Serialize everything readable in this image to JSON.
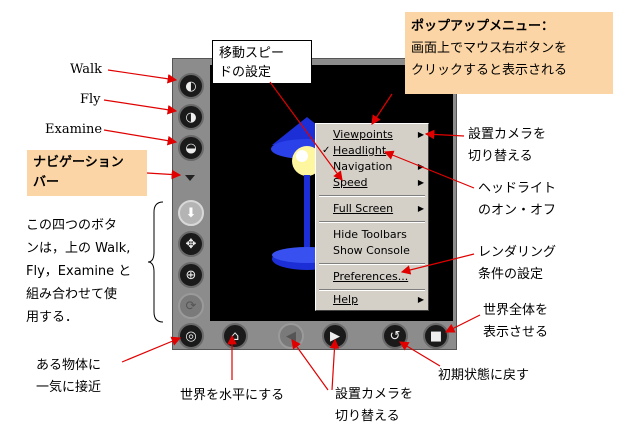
{
  "labels": {
    "walk": "Walk",
    "fly": "Fly",
    "examine": "Examine",
    "nav_bar_l1": "ナビゲーション",
    "nav_bar_l2": "バー",
    "four_buttons": [
      "この四つのボタ",
      "ンは，上の Walk,",
      "Fly，Examine と",
      "組み合わせて使",
      "用する．"
    ],
    "seek": [
      "ある物体に",
      "一気に接近"
    ],
    "straighten": "世界を水平にする",
    "viewpoints_bottom": [
      "設置カメラを",
      "切り替える"
    ],
    "restore": "初期状態に戻す",
    "fit": [
      "世界全体を",
      "表示させる"
    ],
    "speed_set": [
      "移動スピー",
      "ドの設定"
    ],
    "popup_title": "ポップアップメニュー：",
    "popup_desc": [
      "画面上でマウス右ボタンを",
      "クリックすると表示される"
    ],
    "viewpoints_right": [
      "設置カメラを",
      "切り替える"
    ],
    "headlight_right": [
      "ヘッドライト",
      "のオン・オフ"
    ],
    "render_right": [
      "レンダリング",
      "条件の設定"
    ]
  },
  "menu": {
    "items": [
      {
        "label": "Viewpoints",
        "submenu": true
      },
      {
        "label": "Headlight",
        "checked": true
      },
      {
        "label": "Navigation",
        "submenu": true
      },
      {
        "label": "Speed",
        "submenu": true
      },
      {
        "label": "Full Screen",
        "submenu": true
      },
      {
        "label": "Hide Toolbars"
      },
      {
        "label": "Show Console"
      },
      {
        "label": "Preferences..."
      },
      {
        "label": "Help",
        "submenu": true
      }
    ],
    "check_glyph": "✓",
    "arrow_glyph": "▶"
  },
  "colors": {
    "callout_bg": "#fbd5a5",
    "arrow": "#e00000",
    "lamp_blue": "#1c2fd6",
    "bulb": "#fff6a0"
  }
}
